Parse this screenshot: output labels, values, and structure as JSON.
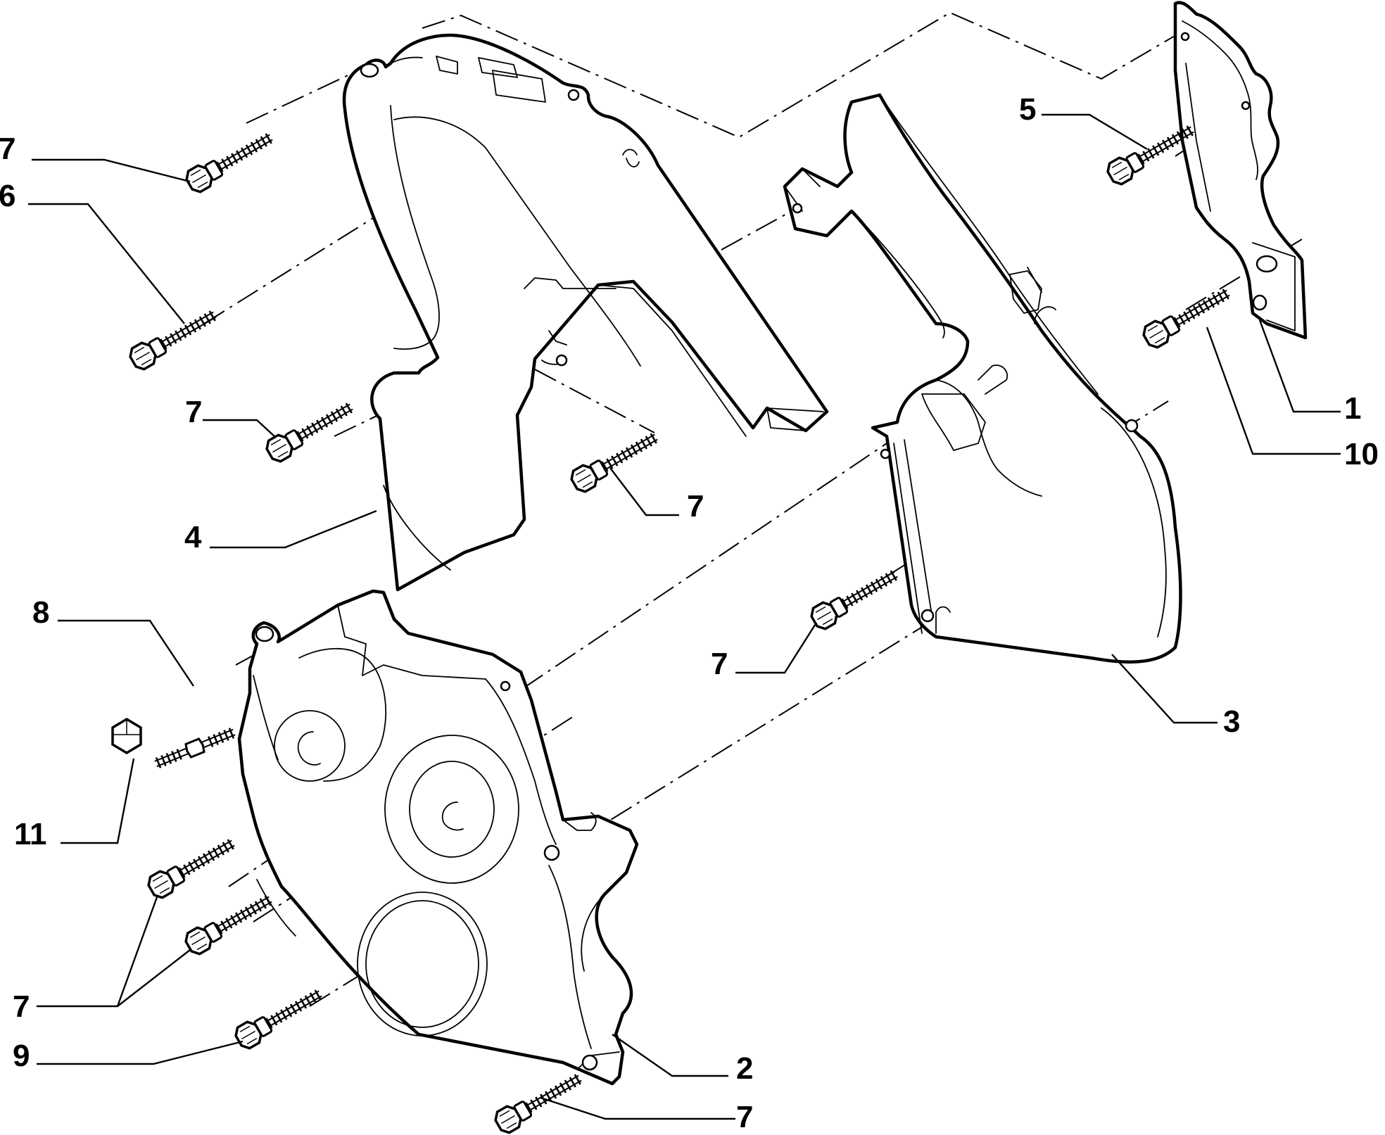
{
  "diagram": {
    "callouts": [
      {
        "id": "c7a",
        "label": "7"
      },
      {
        "id": "c6",
        "label": "6"
      },
      {
        "id": "c7b",
        "label": "7"
      },
      {
        "id": "c7c",
        "label": "7"
      },
      {
        "id": "c4",
        "label": "4"
      },
      {
        "id": "c8",
        "label": "8"
      },
      {
        "id": "c11",
        "label": "11"
      },
      {
        "id": "c7d",
        "label": "7"
      },
      {
        "id": "c9",
        "label": "9"
      },
      {
        "id": "c2",
        "label": "2"
      },
      {
        "id": "c7e",
        "label": "7"
      },
      {
        "id": "c5",
        "label": "5"
      },
      {
        "id": "c1",
        "label": "1"
      },
      {
        "id": "c10",
        "label": "10"
      },
      {
        "id": "c7f",
        "label": "7"
      },
      {
        "id": "c3",
        "label": "3"
      }
    ]
  }
}
